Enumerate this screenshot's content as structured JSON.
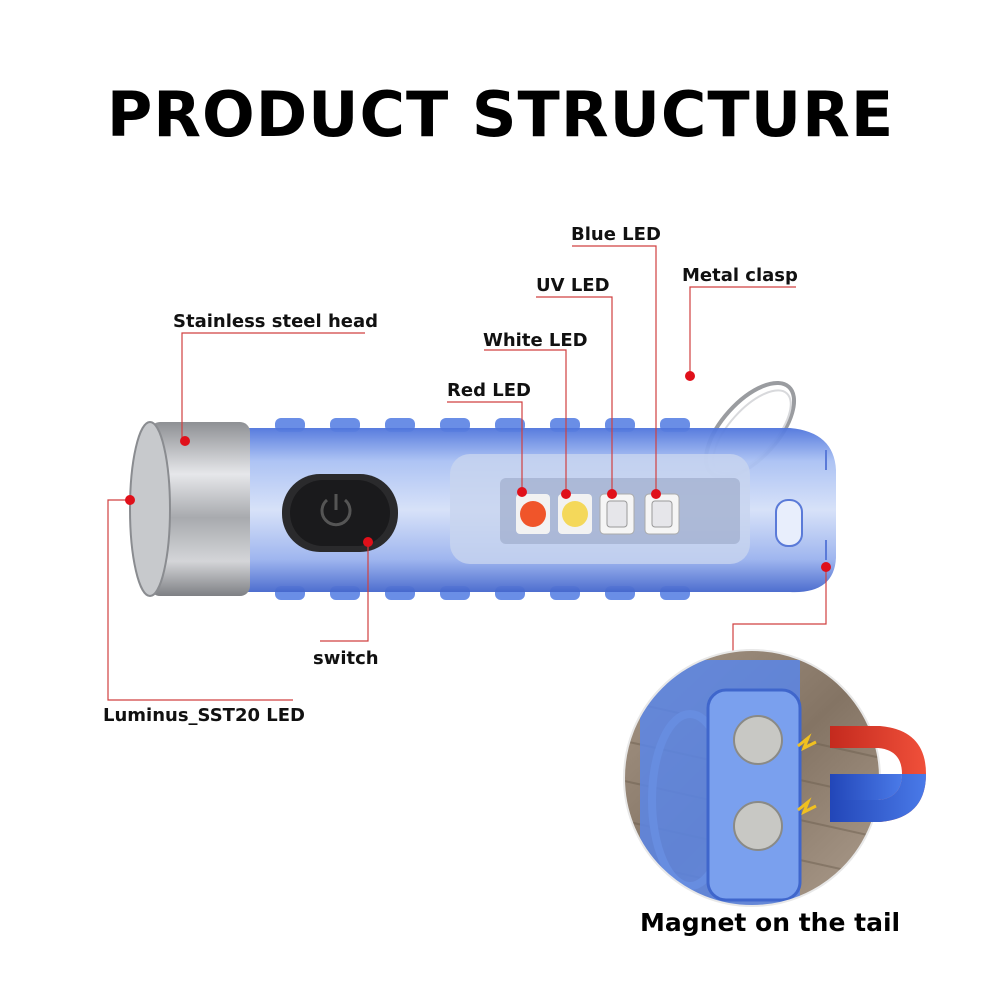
{
  "title": "PRODUCT STRUCTURE",
  "labels": {
    "head": "Stainless steel head",
    "blue": "Blue LED",
    "uv": "UV LED",
    "white": "White LED",
    "red": "Red LED",
    "clasp": "Metal clasp",
    "switch": "switch",
    "sst20": "Luminus_SST20 LED"
  },
  "caption": "Magnet on the tail",
  "colors": {
    "body": "#7a9ef0",
    "body_dark": "#4a70d8",
    "steel": "#b7b9bd",
    "leader": "#d04040",
    "dot": "#e0101a",
    "red_led": "#f0552a",
    "white_led": "#f4d85a",
    "magnet_red": "#e23a2a",
    "magnet_blue": "#2e5cd6"
  }
}
